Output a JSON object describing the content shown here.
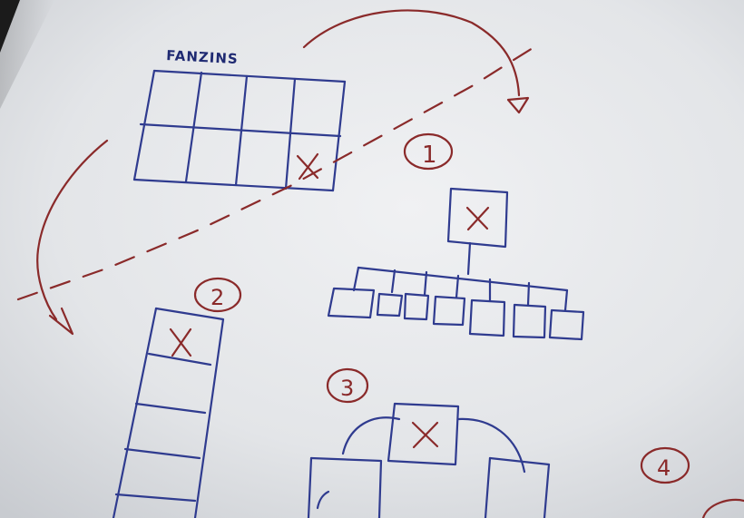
{
  "sketch": {
    "fanzine_label": "FANZINS",
    "cell_mark": "X",
    "step_labels": [
      "1",
      "2",
      "3",
      "4"
    ]
  },
  "colors": {
    "paper": "#e8eaec",
    "paper_shadow": "#c9ccd0",
    "blue_ink": "#2f3b8f",
    "red_ink": "#8a2a2a"
  }
}
